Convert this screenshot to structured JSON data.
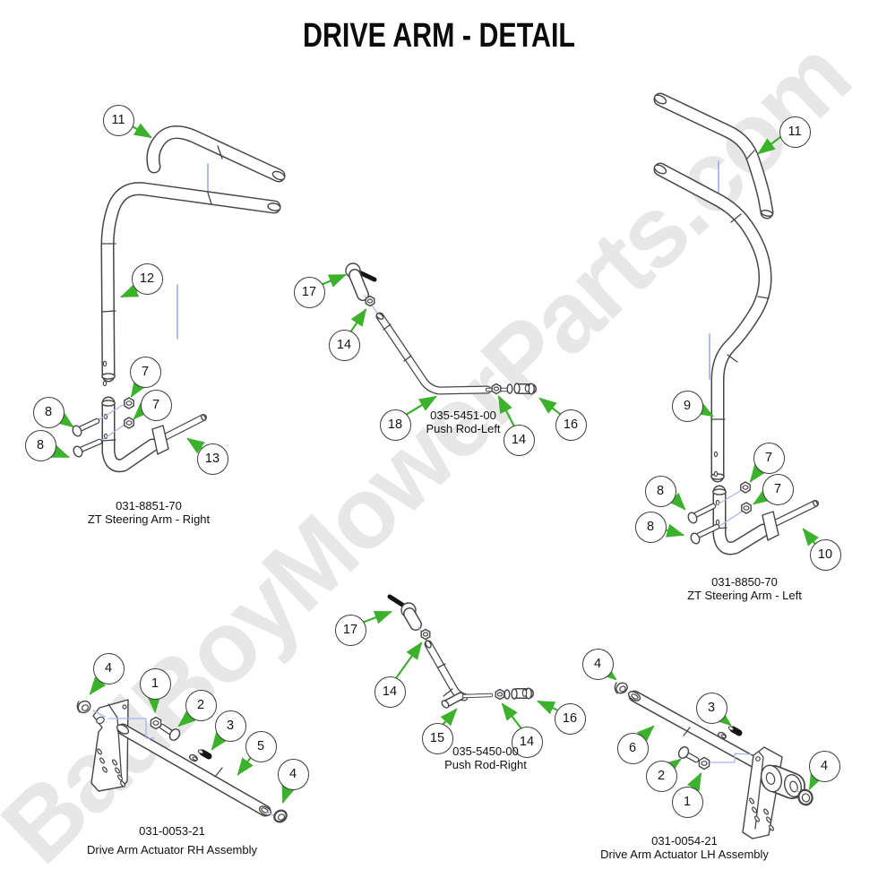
{
  "title": "DRIVE ARM - DETAIL",
  "watermark": {
    "text": "BadBoyMowerParts.com"
  },
  "assemblies": [
    {
      "id": "zt-steering-arm-right",
      "part_number": "031-8851-70",
      "name": "ZT Steering Arm - Right",
      "callouts": [
        "11",
        "12",
        "7",
        "7",
        "8",
        "8",
        "13"
      ]
    },
    {
      "id": "push-rod-left",
      "part_number": "035-5451-00",
      "name": "Push Rod-Left",
      "callouts": [
        "17",
        "14",
        "18",
        "14",
        "16"
      ]
    },
    {
      "id": "zt-steering-arm-left",
      "part_number": "031-8850-70",
      "name": "ZT Steering Arm - Left",
      "callouts": [
        "11",
        "9",
        "7",
        "7",
        "8",
        "8",
        "10"
      ]
    },
    {
      "id": "drive-arm-actuator-rh",
      "part_number": "031-0053-21",
      "name": "Drive Arm Actuator RH Assembly",
      "callouts": [
        "4",
        "1",
        "2",
        "3",
        "5",
        "4"
      ]
    },
    {
      "id": "push-rod-right",
      "part_number": "035-5450-00",
      "name": "Push Rod-Right",
      "callouts": [
        "17",
        "14",
        "15",
        "14",
        "16"
      ]
    },
    {
      "id": "drive-arm-actuator-lh",
      "part_number": "031-0054-21",
      "name": "Drive Arm Actuator LH Assembly",
      "callouts": [
        "4",
        "3",
        "6",
        "2",
        "1",
        "4"
      ]
    }
  ],
  "colors": {
    "callout_arrow": "#3cb12c",
    "line_art": "#464646",
    "watermark": "#e7e7e7",
    "hint_line": "#a9b4ec",
    "guide_line": "#8fa0e2"
  }
}
